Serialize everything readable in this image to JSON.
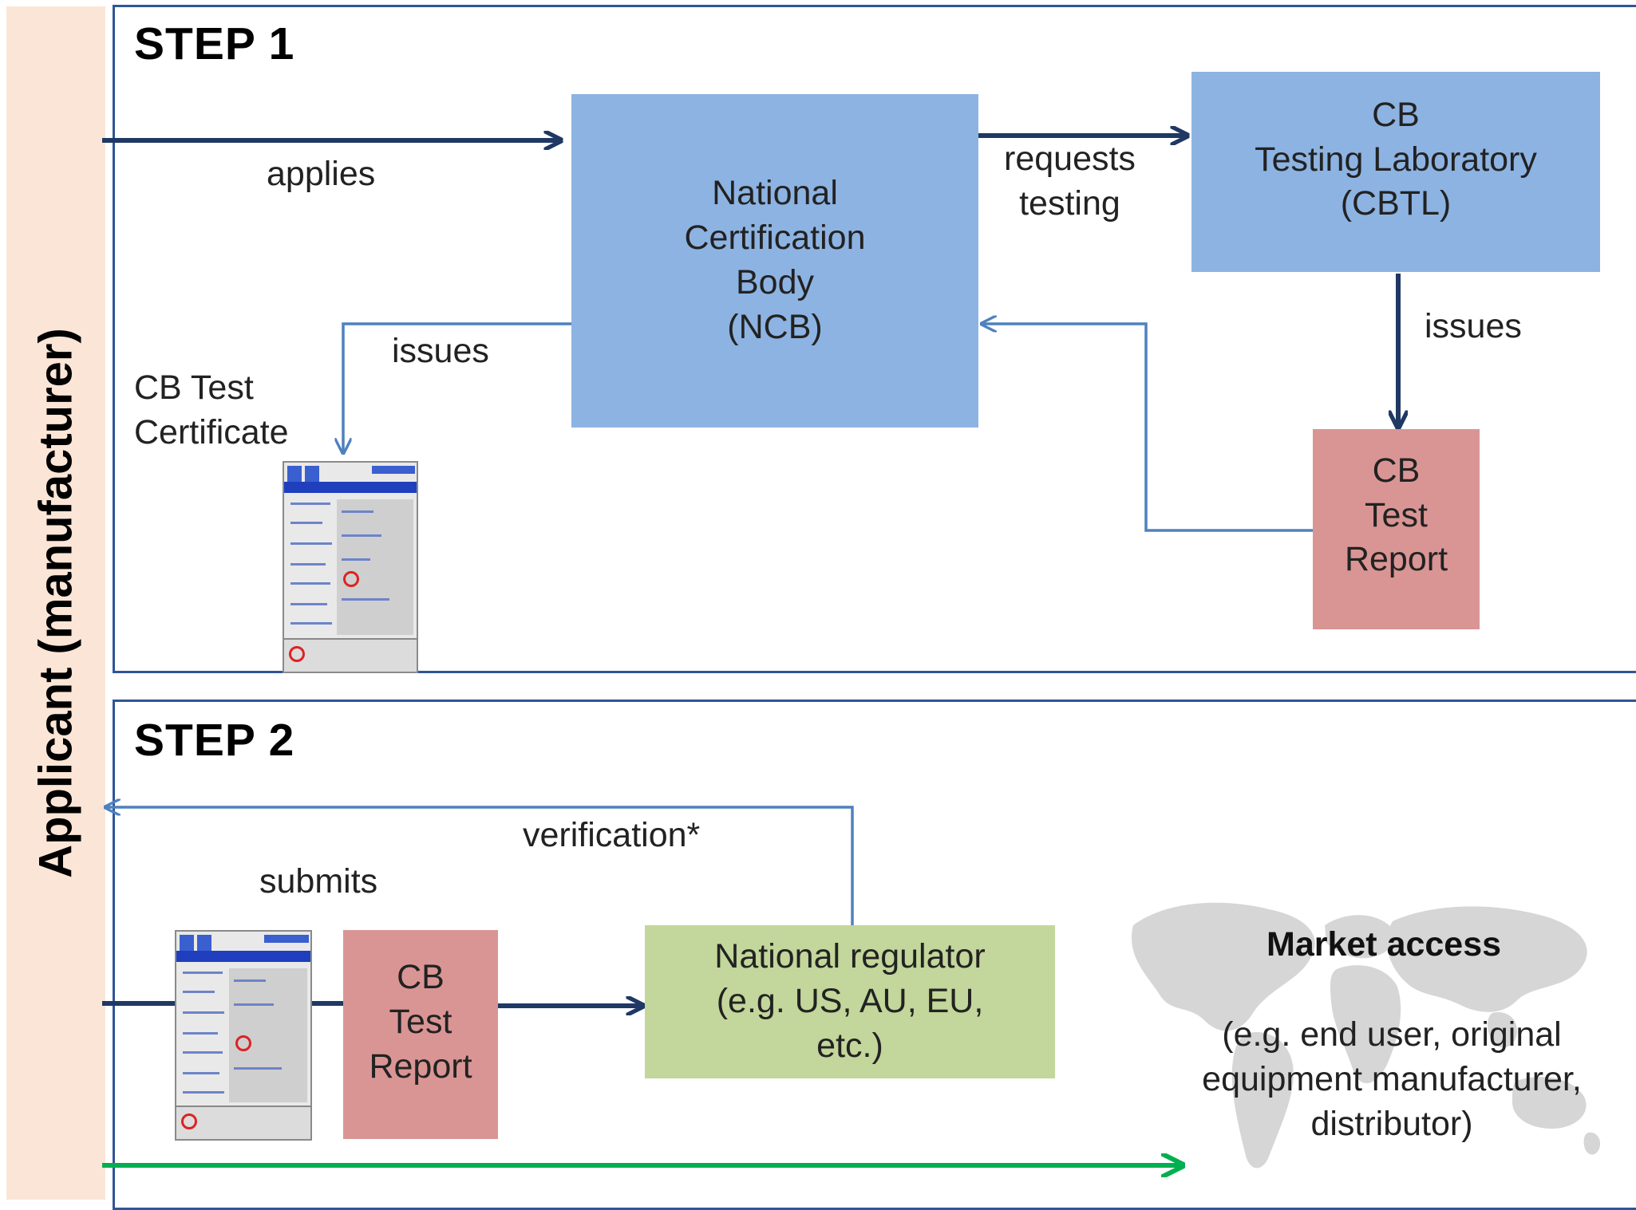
{
  "sidebar": {
    "label": "Applicant (manufacturer)"
  },
  "step1": {
    "title": "STEP 1",
    "ncb": "National\nCertification\nBody\n(NCB)",
    "cbtl": "CB\nTesting Laboratory\n(CBTL)",
    "report": "CB\nTest\nReport",
    "applies": "applies",
    "requests_testing": "requests\ntesting",
    "issues_lab": "issues",
    "issues_ncb": "issues",
    "certificate": "CB Test\nCertificate"
  },
  "step2": {
    "title": "STEP 2",
    "verification": "verification*",
    "submits": "submits",
    "report": "CB\nTest\nReport",
    "regulator": "National regulator\n(e.g. US, AU, EU,\netc.)",
    "market_title": "Market access",
    "market_detail": "(e.g. end user, original\nequipment manufacturer,\ndistributor)"
  },
  "colors": {
    "dark_arrow": "#1f3864",
    "light_arrow": "#4f81bd",
    "green_arrow": "#00b050",
    "ncb_fill": "#8db3e2",
    "report_fill": "#d99594",
    "regulator_fill": "#c3d69b",
    "sidebar_fill": "#fbe5d6"
  },
  "icons": [
    "cb-certificate-document-icon",
    "world-map-icon"
  ]
}
